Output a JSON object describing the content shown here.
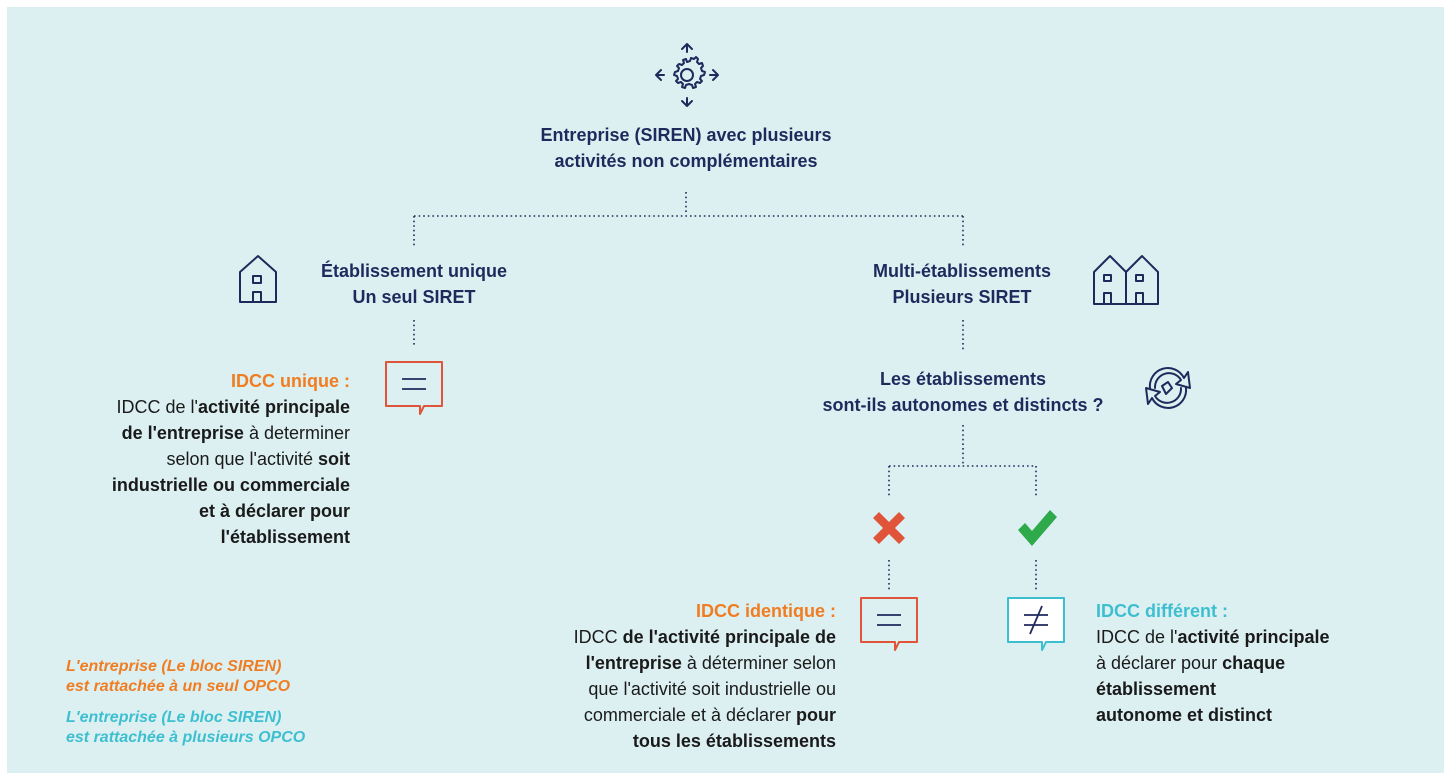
{
  "top": {
    "title_line1": "Entreprise (SIREN) avec plusieurs",
    "title_line2": "activités non complémentaires"
  },
  "left_branch": {
    "line1": "Établissement unique",
    "line2": "Un seul SIRET"
  },
  "right_branch": {
    "line1": "Multi-établissements",
    "line2": "Plusieurs SIRET"
  },
  "question": {
    "line1": "Les établissements",
    "line2": "sont-ils autonomes et distincts ?"
  },
  "idcc_unique": {
    "heading": "IDCC unique :",
    "lines": [
      [
        {
          "t": "IDCC de l'",
          "b": false
        },
        {
          "t": "activité principale",
          "b": true
        }
      ],
      [
        {
          "t": "de l'entreprise",
          "b": true
        },
        {
          "t": " à determiner",
          "b": false
        }
      ],
      [
        {
          "t": "selon que l'activité ",
          "b": false
        },
        {
          "t": "soit",
          "b": true
        }
      ],
      [
        {
          "t": "industrielle ou commerciale",
          "b": true
        }
      ],
      [
        {
          "t": "et à déclarer pour",
          "b": true
        }
      ],
      [
        {
          "t": "l'établissement",
          "b": true
        }
      ]
    ]
  },
  "idcc_identique": {
    "heading": "IDCC identique :",
    "lines": [
      [
        {
          "t": "IDCC ",
          "b": false
        },
        {
          "t": "de l'activité principale de",
          "b": true
        }
      ],
      [
        {
          "t": "l'entreprise",
          "b": true
        },
        {
          "t": " à déterminer selon",
          "b": false
        }
      ],
      [
        {
          "t": "que l'activité soit industrielle ou",
          "b": false
        }
      ],
      [
        {
          "t": "commerciale et à déclarer ",
          "b": false
        },
        {
          "t": "pour",
          "b": true
        }
      ],
      [
        {
          "t": "tous les établissements",
          "b": true
        }
      ]
    ]
  },
  "idcc_different": {
    "heading": "IDCC différent :",
    "lines": [
      [
        {
          "t": "IDCC de l'",
          "b": false
        },
        {
          "t": "activité principale",
          "b": true
        }
      ],
      [
        {
          "t": "à déclarer pour ",
          "b": false
        },
        {
          "t": "chaque",
          "b": true
        }
      ],
      [
        {
          "t": "établissement",
          "b": true
        }
      ],
      [
        {
          "t": "autonome et distinct",
          "b": true
        }
      ]
    ]
  },
  "legend": {
    "orange_line1": "L'entreprise (Le bloc SIREN)",
    "orange_line2": "est rattachée à un seul OPCO",
    "teal_line1": "L'entreprise (Le bloc SIREN)",
    "teal_line2": "est rattachée à plusieurs OPCO"
  },
  "icons": {
    "top": "gear-with-arrows-icon",
    "left": "single-building-icon",
    "right": "two-buildings-icon",
    "question": "refresh-cycle-icon",
    "no": "red-cross-icon",
    "yes": "green-check-icon",
    "bubble_equal": "speech-bubble-equal-icon",
    "bubble_not_equal": "speech-bubble-not-equal-icon"
  },
  "colors": {
    "background": "#dcf0f2",
    "navy": "#1f2a5c",
    "orange": "#f07d22",
    "teal": "#3dbfd0",
    "red_bubble": "#e0553a",
    "check": "#2eaa4a",
    "cross": "#e0553a"
  }
}
